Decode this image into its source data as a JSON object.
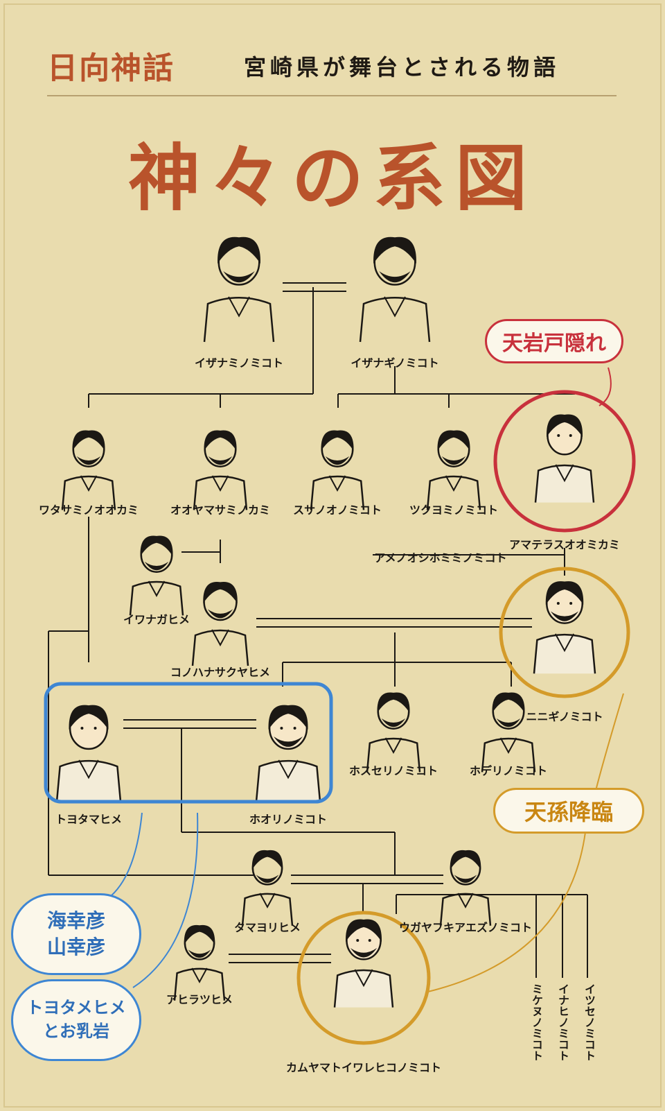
{
  "header": {
    "series_title": "日向神話",
    "subtitle": "宮崎県が舞台とされる物語",
    "main_title": "神々の系図"
  },
  "deities": {
    "izanami": "イザナミノミコト",
    "izanagi": "イザナギノミコト",
    "watatsumi": "ワタサミノオオカミ",
    "ooyamatsumi": "オオヤマサミノカミ",
    "susanoo": "スサノオノミコト",
    "tsukuyomi": "ツクヨミノミコト",
    "amaterasu": "アマテラスオオミカミ",
    "amenooshihomimi": "アメノオシホミミノミコト",
    "iwanagahime": "イワナガヒメ",
    "konohanasakuyahime": "コノハナサクヤヒメ",
    "ninigi": "ニニギノミコト",
    "toyotamahime": "トヨタマヒメ",
    "hoori": "ホオリノミコト",
    "hosuseri": "ホスセリノミコト",
    "hoderi": "ホデリノミコト",
    "tamayorihime": "タマヨリヒメ",
    "ugayafukiaezu": "ウガヤフキアエズノミコト",
    "ahiratsuhime": "アヒラツヒメ",
    "kamuyamato": "カムヤマトイワレヒコノミコト",
    "mikenu": "ミケヌノミコト",
    "inahi": "イナヒノミコト",
    "itsuse": "イツセノミコト"
  },
  "callouts": {
    "amanoiwato": "天岩戸隠れ",
    "tenson_korin": "天孫降臨",
    "umisachi_1": "海幸彦",
    "umisachi_2": "山幸彦",
    "toyotame_1": "トヨタメヒメ",
    "toyotame_2": "とお乳岩"
  },
  "colors": {
    "background": "#e9dcae",
    "title_red": "#b9532b",
    "ink": "#1b1814",
    "amaterasu_red": "#c8313c",
    "tenson_gold": "#d49b2a",
    "umisachi_blue": "#3e86d3"
  }
}
